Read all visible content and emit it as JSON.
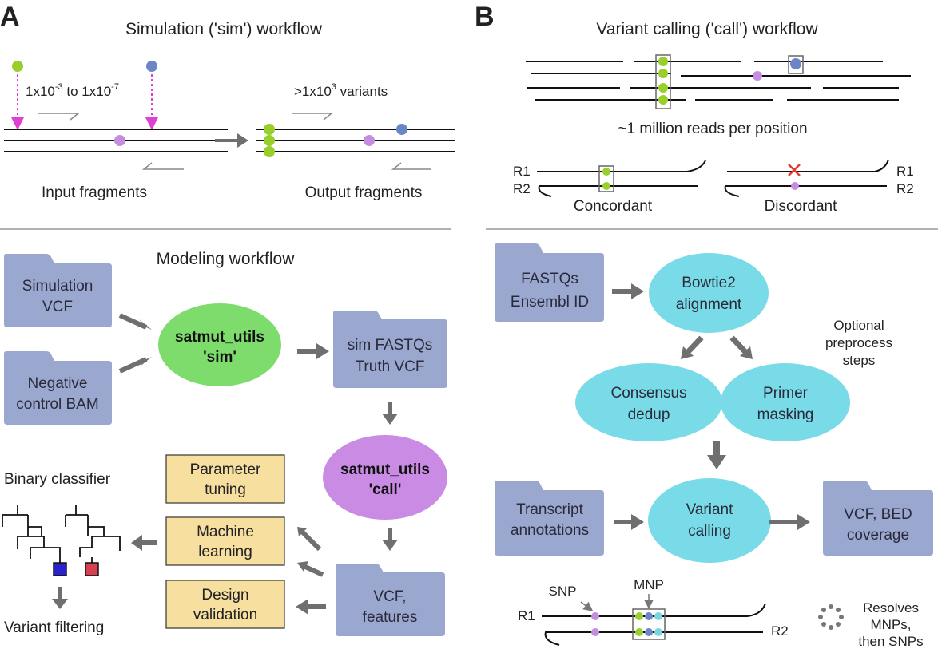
{
  "colors": {
    "folder": "#9aa8d0",
    "green_ellipse": "#7ddc6b",
    "purple_ellipse": "#c98be3",
    "cyan_ellipse": "#79dbe8",
    "yellow_box": "#f7dfa0",
    "arrow": "#6f6f6f",
    "green_dot": "#98cf2b",
    "blue_dot": "#6b86c6",
    "purple_dot": "#c68ce0",
    "teal_dot": "#7ad4e4",
    "magenta_arrow": "#e13fd3",
    "red_x": "#e23b2f",
    "tree_blue": "#2b23c9",
    "tree_red": "#d74052"
  },
  "panel_a": {
    "letter": "A",
    "sim_title": "Simulation ('sim') workflow",
    "rate_prefix": "1x10",
    "rate_exp1": "-3",
    "rate_mid": " to 1x10",
    "rate_exp2": "-7",
    "variants_prefix": ">1x10",
    "variants_exp": "3",
    "variants_suffix": " variants",
    "input_label": "Input fragments",
    "output_label": "Output fragments",
    "modeling_title": "Modeling workflow",
    "sim_vcf": [
      "Simulation",
      "VCF"
    ],
    "neg_bam": [
      "Negative",
      "control BAM"
    ],
    "sim_node": [
      "satmut_utils",
      "'sim'"
    ],
    "sim_out": [
      "sim FASTQs",
      "Truth VCF"
    ],
    "call_node": [
      "satmut_utils",
      "'call'"
    ],
    "vcf_features": [
      "VCF,",
      "features"
    ],
    "param_tuning": [
      "Parameter",
      "tuning"
    ],
    "machine_learning": [
      "Machine",
      "learning"
    ],
    "design_validation": [
      "Design",
      "validation"
    ],
    "binary_classifier": "Binary classifier",
    "variant_filtering": "Variant filtering"
  },
  "panel_b": {
    "letter": "B",
    "call_title": "Variant calling ('call') workflow",
    "reads_label": "~1 million reads per position",
    "r1": "R1",
    "r2": "R2",
    "concordant": "Concordant",
    "discordant": "Discordant",
    "fastqs": [
      "FASTQs",
      "Ensembl ID"
    ],
    "bowtie": [
      "Bowtie2",
      "alignment"
    ],
    "optional": [
      "Optional",
      "preprocess",
      "steps"
    ],
    "consensus": [
      "Consensus",
      "dedup"
    ],
    "primer": [
      "Primer",
      "masking"
    ],
    "transcript": [
      "Transcript",
      "annotations"
    ],
    "variant_calling": [
      "Variant",
      "calling"
    ],
    "vcf_bed": [
      "VCF, BED",
      "coverage"
    ],
    "snp": "SNP",
    "mnp": "MNP",
    "resolves": [
      "Resolves",
      "MNPs,",
      "then SNPs"
    ]
  }
}
